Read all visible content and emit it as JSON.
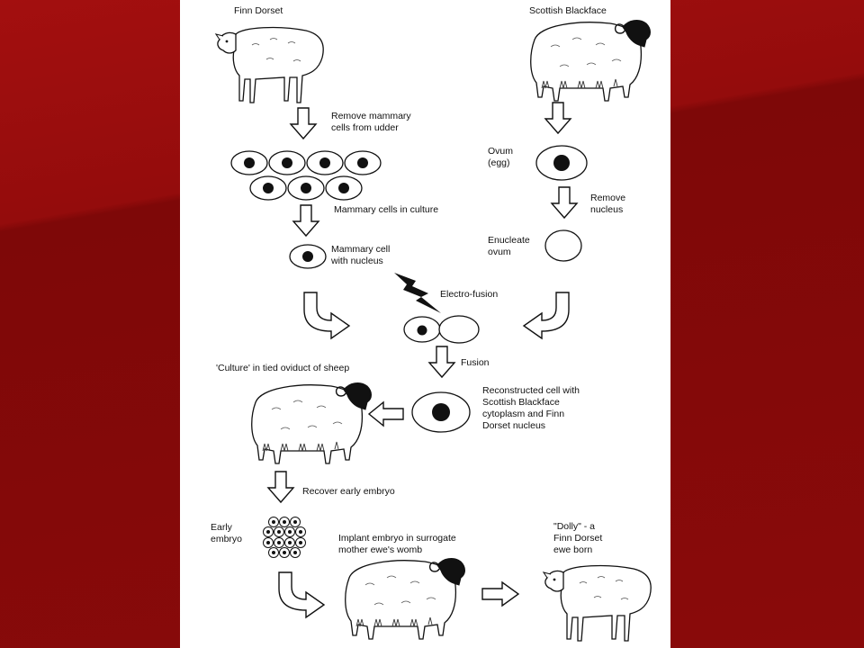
{
  "labels": {
    "finn_dorset": "Finn Dorset",
    "scottish_blackface": "Scottish Blackface",
    "remove_mammary": "Remove mammary\ncells from udder",
    "mammary_culture": "Mammary cells in culture",
    "mammary_cell_nucleus": "Mammary cell\nwith nucleus",
    "ovum": "Ovum\n(egg)",
    "remove_nucleus": "Remove\nnucleus",
    "enucleate_ovum": "Enucleate\novum",
    "electro_fusion": "Electro-fusion",
    "fusion": "Fusion",
    "culture_oviduct": "'Culture' in tied oviduct of sheep",
    "reconstructed_cell": "Reconstructed cell with\nScottish Blackface\ncytoplasm and Finn\nDorset nucleus",
    "recover_embryo": "Recover early embryo",
    "early_embryo": "Early\nembryo",
    "implant_embryo": "Implant embryo in surrogate\nmother ewe's womb",
    "dolly": "\"Dolly\" - a\nFinn Dorset\newe born"
  },
  "icons": {
    "lightning": "lightning-bolt-icon",
    "sheep_white": "white-faced-sheep-icon",
    "sheep_black": "black-faced-sheep-icon"
  },
  "colors": {
    "background": "#8a0a0a",
    "slide": "#ffffff",
    "ink": "#111111"
  }
}
